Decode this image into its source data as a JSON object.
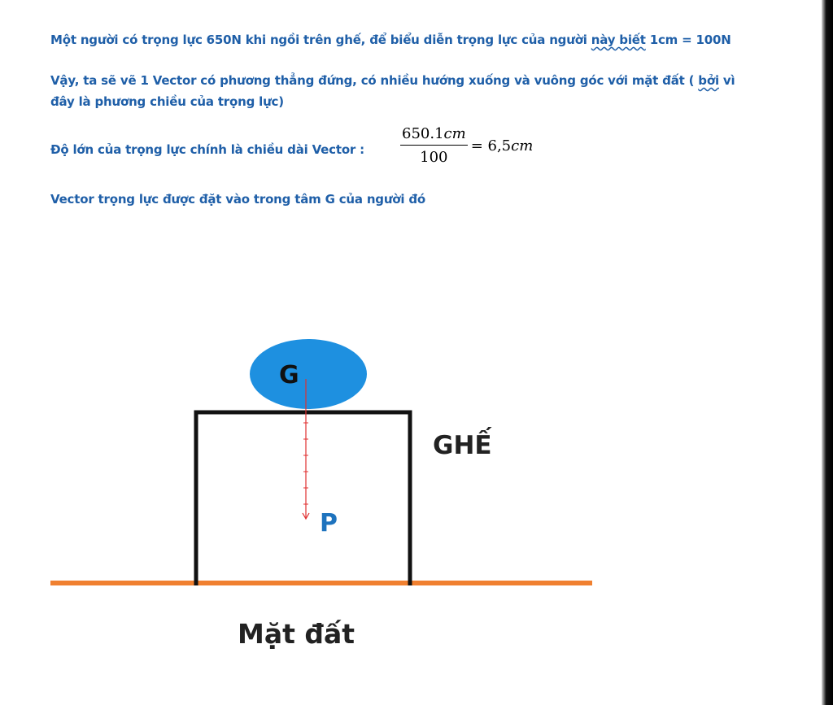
{
  "text": {
    "line1": "Một người có trọng lực 650N khi ngồi trên ghế, để biểu diễn trọng lực của người ",
    "line1_wavy": "này  biết",
    "line1_end": " 1cm = 100N",
    "line2_start": "Vậy, ta sẽ vẽ 1 Vector có phương thẳng đứng, có nhiều hướng xuống và vuông góc với mặt đất ( ",
    "line2_wavy": "bởi",
    "line2_end": " vì",
    "line3": "đây là phương chiều của trọng lực)",
    "line4": "Độ lớn của trọng lực chính là chiều dài Vector :",
    "line5": "Vector trọng lực được đặt vào trong tâm G của người đó"
  },
  "formula": {
    "numerator": "650.1",
    "numerator_unit": "cm",
    "denominator": "100",
    "result": "= 6,5",
    "result_unit": "cm"
  },
  "figure": {
    "label_g": "G",
    "label_p": "P",
    "label_chair": "GHẾ",
    "label_ground": "Mặt đất",
    "colors": {
      "body_ellipse": "#1e90e0",
      "vector": "#e03030",
      "ground": "#f08030",
      "chair": "#111111"
    }
  }
}
